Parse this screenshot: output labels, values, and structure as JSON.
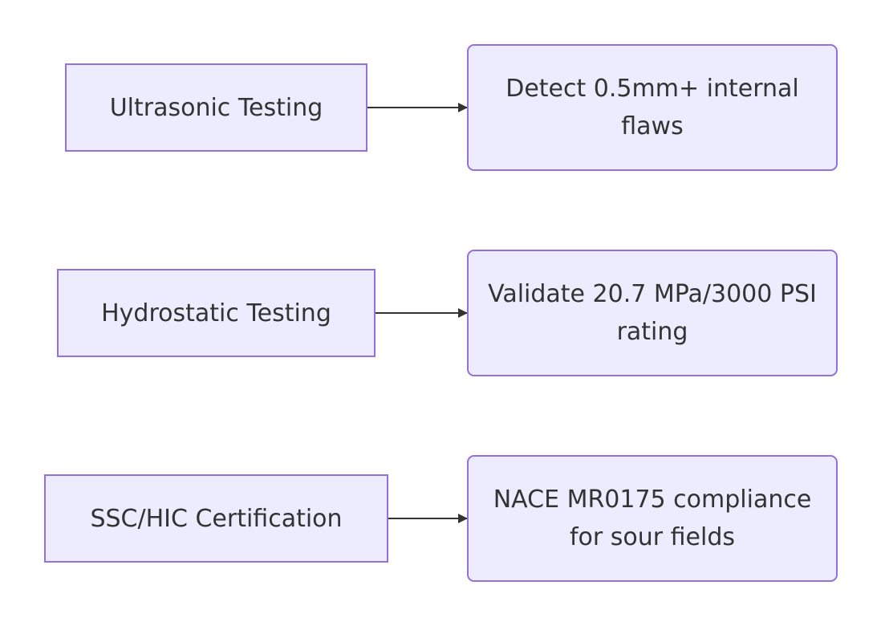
{
  "colors": {
    "node_fill": "#ececfe",
    "node_border": "#9370db",
    "text": "#333333",
    "edge": "#333333"
  },
  "rows": [
    {
      "source": {
        "label": "Ultrasonic Testing"
      },
      "target": {
        "line1": "Detect 0.5mm+ internal",
        "line2": "flaws"
      }
    },
    {
      "source": {
        "label": "Hydrostatic Testing"
      },
      "target": {
        "line1": "Validate 20.7 MPa/3000 PSI",
        "line2": "rating"
      }
    },
    {
      "source": {
        "label": "SSC/HIC Certification"
      },
      "target": {
        "line1": "NACE MR0175 compliance",
        "line2": "for sour fields"
      }
    }
  ]
}
